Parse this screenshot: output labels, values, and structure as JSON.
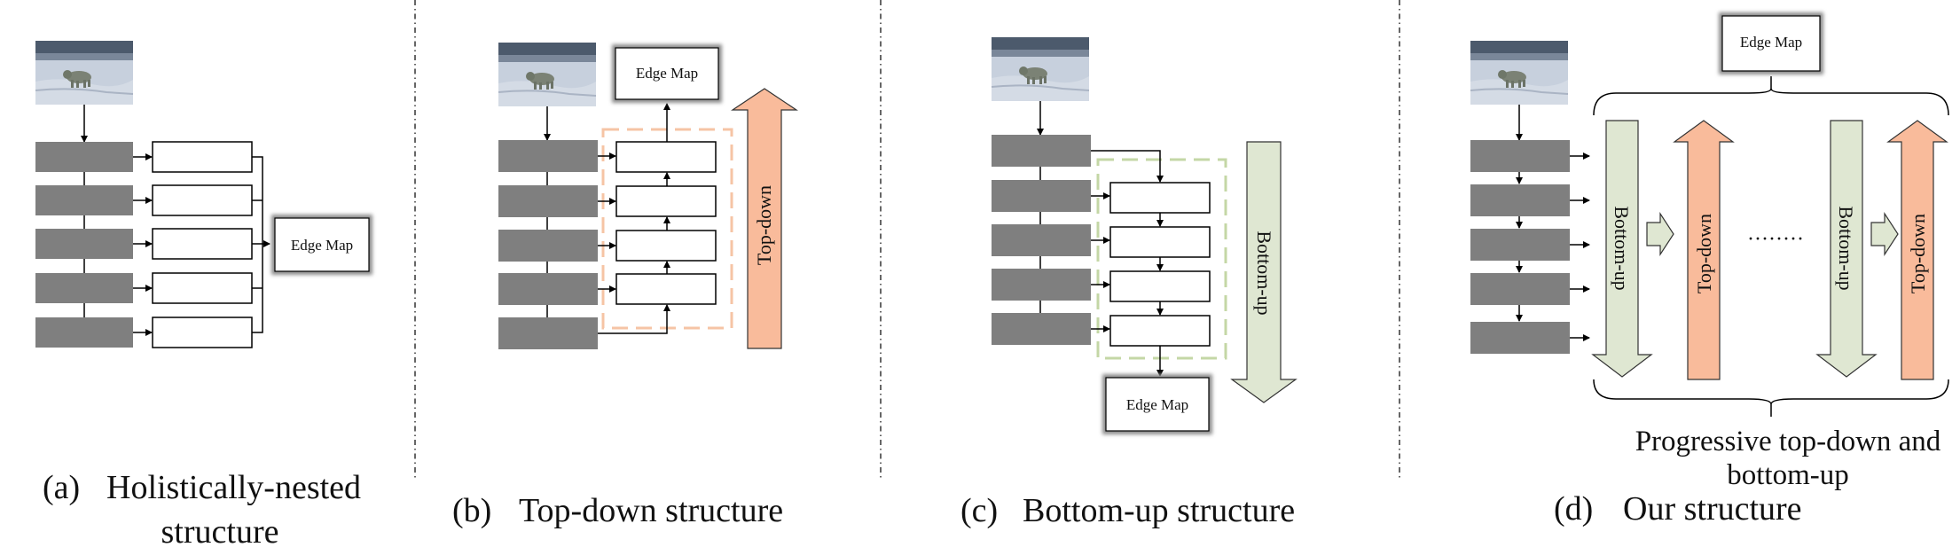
{
  "panels": [
    {
      "id": "a",
      "caption_letter": "(a)",
      "caption_line1": "Holistically-nested",
      "caption_line2": "structure",
      "output_label": "Edge Map"
    },
    {
      "id": "b",
      "caption_letter": "(b)",
      "caption_line1": "Top-down structure",
      "output_label": "Edge Map",
      "arrow_label": "Top-down"
    },
    {
      "id": "c",
      "caption_letter": "(c)",
      "caption_line1": "Bottom-up structure",
      "output_label": "Edge Map",
      "arrow_label": "Bottom-up"
    },
    {
      "id": "d",
      "caption_letter": "(d)",
      "caption_line1": "Our structure",
      "output_label": "Edge Map",
      "arrow_labels": [
        "Bottom-up",
        "Top-down",
        "Bottom-up",
        "Top-down"
      ],
      "ellipsis": "········",
      "brace_label_line1": "Progressive top-down and",
      "brace_label_line2": "bottom-up"
    }
  ],
  "colors": {
    "backbone_block": "#7f7f7f",
    "topdown_arrow": "#f9bb9b",
    "bottomup_arrow": "#dfe7d2",
    "topdown_dash": "#f6c4a5",
    "bottomup_dash": "#c4d7a6",
    "output_shadow": "#8c8c8c"
  }
}
